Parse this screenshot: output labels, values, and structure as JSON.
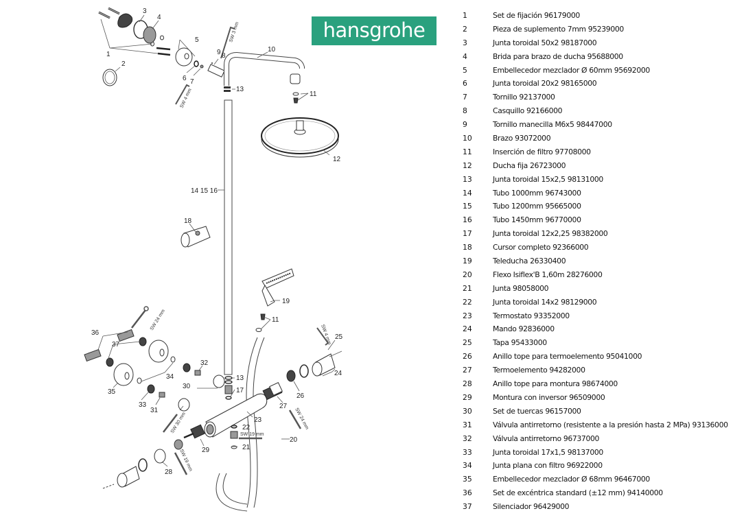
{
  "brand": {
    "name": "hansgrohe",
    "color": "#2aa17e"
  },
  "diagram": {
    "callouts": [
      "1",
      "2",
      "3",
      "4",
      "5",
      "6",
      "7",
      "8",
      "9",
      "10",
      "11",
      "12",
      "13",
      "14 15 16",
      "17",
      "18",
      "19",
      "20",
      "21",
      "22",
      "23",
      "24",
      "25",
      "26",
      "27",
      "28",
      "29",
      "30",
      "31",
      "32",
      "33",
      "34",
      "35",
      "36",
      "37"
    ],
    "tools": {
      "sw3": "SW 3 mm",
      "sw4a": "SW 4 mm",
      "sw4b": "SW 4 mm",
      "sw24a": "SW 24 mm",
      "sw24b": "SW 24 mm",
      "sw30": "SW 30 mm",
      "sw19a": "SW 19 mm",
      "sw19b": "SW 19 mm"
    }
  },
  "parts": [
    {
      "num": "1",
      "desc": "Set de fijación 96179000"
    },
    {
      "num": "2",
      "desc": "Pieza de suplemento 7mm 95239000"
    },
    {
      "num": "3",
      "desc": "Junta toroidal 50x2  98187000"
    },
    {
      "num": "4",
      "desc": "Brida para brazo de ducha  95688000"
    },
    {
      "num": "5",
      "desc": "Embellecedor mezclador Ø 60mm 95692000"
    },
    {
      "num": "6",
      "desc": "Junta toroidal 20x2  98165000"
    },
    {
      "num": "7",
      "desc": "Tornillo 92137000"
    },
    {
      "num": "8",
      "desc": "Casquillo 92166000"
    },
    {
      "num": "9",
      "desc": "Tornillo manecilla M6x5 98447000"
    },
    {
      "num": "10",
      "desc": "Brazo 93072000"
    },
    {
      "num": "11",
      "desc": "Inserción de filtro  97708000"
    },
    {
      "num": "12",
      "desc": "Ducha fija 26723000"
    },
    {
      "num": "13",
      "desc": "Junta toroidal 15x2,5  98131000"
    },
    {
      "num": "14",
      "desc": "Tubo 1000mm  96743000"
    },
    {
      "num": "15",
      "desc": "Tubo 1200mm  95665000"
    },
    {
      "num": "16",
      "desc": "Tubo 1450mm  96770000"
    },
    {
      "num": "17",
      "desc": "Junta toroidal 12x2,25   98382000"
    },
    {
      "num": "18",
      "desc": "Cursor completo  92366000"
    },
    {
      "num": "19",
      "desc": "Teleducha  26330400"
    },
    {
      "num": "20",
      "desc": "Flexo Isiflex'B 1,60m  28276000"
    },
    {
      "num": "21",
      "desc": "Junta  98058000"
    },
    {
      "num": "22",
      "desc": "Junta toroidal 14x2  98129000"
    },
    {
      "num": "23",
      "desc": "Termostato  93352000"
    },
    {
      "num": "24",
      "desc": "Mando  92836000"
    },
    {
      "num": "25",
      "desc": "Tapa  95433000"
    },
    {
      "num": "26",
      "desc": "Anillo tope para termoelemento  95041000"
    },
    {
      "num": "27",
      "desc": "Termoelemento  94282000"
    },
    {
      "num": "28",
      "desc": "Anillo tope para montura  98674000"
    },
    {
      "num": "29",
      "desc": "Montura con inversor  96509000"
    },
    {
      "num": "30",
      "desc": "Set de tuercas  96157000"
    },
    {
      "num": "31",
      "desc": "Válvula antirretorno (resistente a la presión hasta 2 MPa)  93136000"
    },
    {
      "num": "32",
      "desc": "Válvula antirretorno  96737000"
    },
    {
      "num": "33",
      "desc": "Junta toroidal 17x1,5  98137000"
    },
    {
      "num": "34",
      "desc": "Junta plana con filtro  96922000"
    },
    {
      "num": "35",
      "desc": "Embellecedor mezclador Ø 68mm  96467000"
    },
    {
      "num": "36",
      "desc": "Set de excéntrica standard (±12 mm)  94140000"
    },
    {
      "num": "37",
      "desc": "Silenciador  96429000"
    }
  ]
}
